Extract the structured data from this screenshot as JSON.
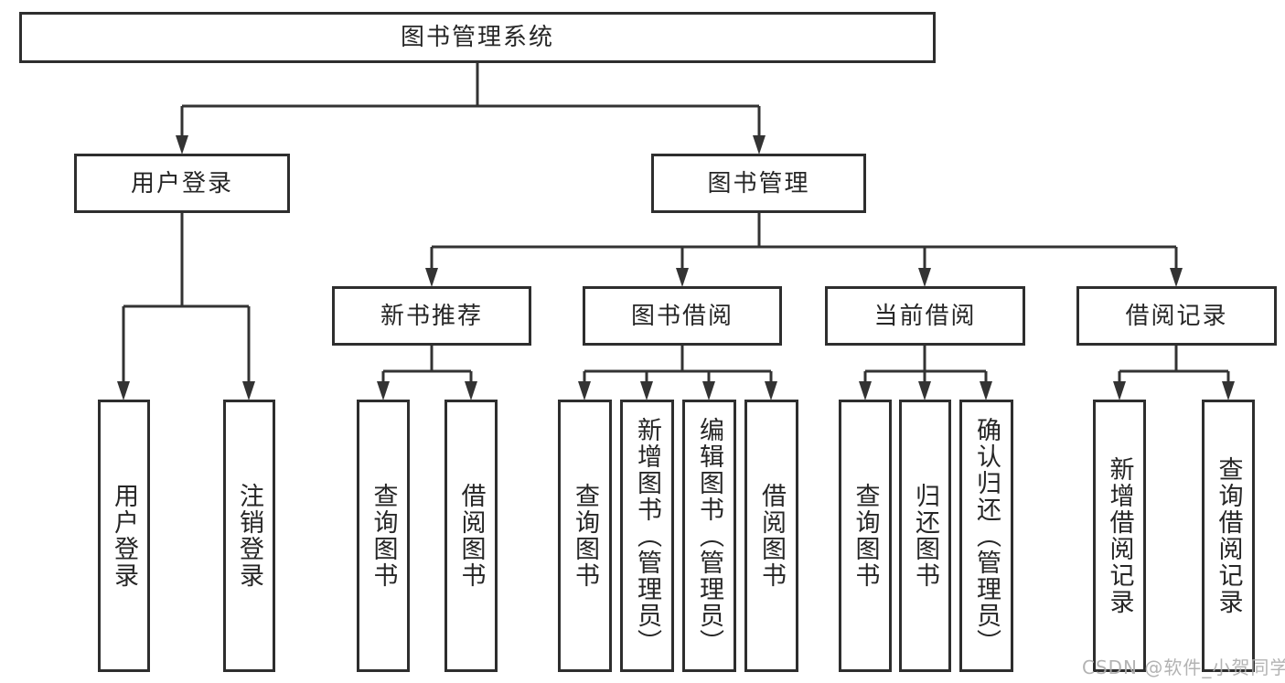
{
  "diagram": {
    "root": {
      "label": "图书管理系统"
    },
    "level2": [
      {
        "id": "user-login",
        "label": "用户登录"
      },
      {
        "id": "book-management",
        "label": "图书管理"
      }
    ],
    "level3": [
      {
        "id": "new-book-recommend",
        "label": "新书推荐"
      },
      {
        "id": "book-borrowing",
        "label": "图书借阅"
      },
      {
        "id": "current-borrowing",
        "label": "当前借阅"
      },
      {
        "id": "borrowing-records",
        "label": "借阅记录"
      }
    ],
    "leaves": [
      {
        "id": "user-login",
        "label": "用户登录"
      },
      {
        "id": "logout",
        "label": "注销登录"
      },
      {
        "id": "query-books-recommend",
        "label": "查询图书"
      },
      {
        "id": "borrow-books-recommend",
        "label": "借阅图书"
      },
      {
        "id": "query-books-borrowing",
        "label": "查询图书"
      },
      {
        "id": "add-books-admin",
        "label": "新增图书（管理员）"
      },
      {
        "id": "edit-books-admin",
        "label": "编辑图书（管理员）"
      },
      {
        "id": "borrow-books-borrowing",
        "label": "借阅图书"
      },
      {
        "id": "query-books-current",
        "label": "查询图书"
      },
      {
        "id": "return-books",
        "label": "归还图书"
      },
      {
        "id": "confirm-return-admin",
        "label": "确认归还（管理员）"
      },
      {
        "id": "add-borrow-record",
        "label": "新增借阅记录"
      },
      {
        "id": "query-borrow-record",
        "label": "查询借阅记录"
      }
    ]
  },
  "watermark": "CSDN @软件_小贺同学",
  "colors": {
    "line": "#333333",
    "box_border": "#2e2e2e",
    "text": "#262626",
    "background": "#ffffff",
    "watermark": "#acacac"
  }
}
